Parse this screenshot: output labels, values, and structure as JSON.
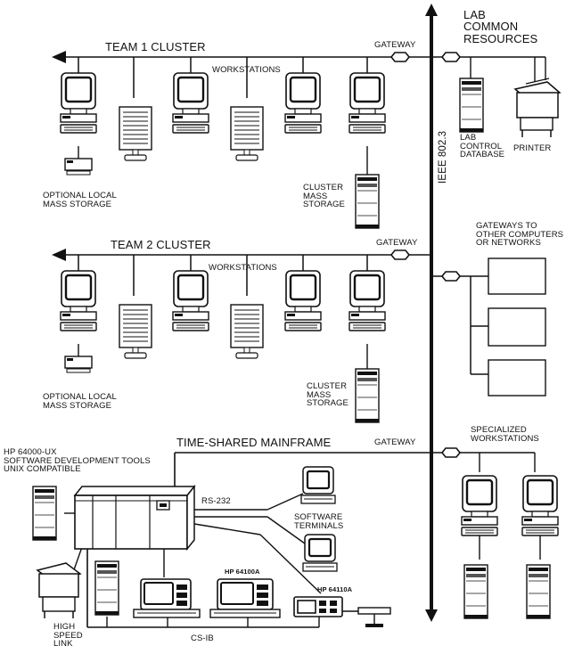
{
  "labels": {
    "lab_common_resources": "LAB\nCOMMON\nRESOURCES",
    "team1_cluster": "TEAM 1 CLUSTER",
    "team2_cluster": "TEAM 2 CLUSTER",
    "gateway_1": "GATEWAY",
    "gateway_2": "GATEWAY",
    "gateway_3": "GATEWAY",
    "workstations_1": "WORKSTATIONS",
    "workstations_2": "WORKSTATIONS",
    "lab_control_database": "LAB\nCONTROL\nDATABASE",
    "printer": "PRINTER",
    "optional_local_mass_storage_1": "OPTIONAL LOCAL\nMASS STORAGE",
    "optional_local_mass_storage_2": "OPTIONAL LOCAL\nMASS STORAGE",
    "cluster_mass_storage_1": "CLUSTER\nMASS\nSTORAGE",
    "cluster_mass_storage_2": "CLUSTER\nMASS\nSTORAGE",
    "ieee_802_3": "IEEE 802.3",
    "gateways_to_other": "GATEWAYS TO\nOTHER COMPUTERS\nOR NETWORKS",
    "time_shared_mainframe": "TIME-SHARED MAINFRAME",
    "hp_64000_ux": "HP 64000-UX\nSOFTWARE DEVELOPMENT TOOLS\nUNIX COMPATIBLE",
    "rs_232": "RS-232",
    "software_terminals": "SOFTWARE\nTERMINALS",
    "specialized_workstations": "SPECIALIZED\nWORKSTATIONS",
    "hp_64100a": "HP 64100A",
    "hp_64110a": "HP 64110A",
    "high_speed_link": "HIGH\nSPEED\nLINK",
    "cs_ib": "CS-IB"
  }
}
